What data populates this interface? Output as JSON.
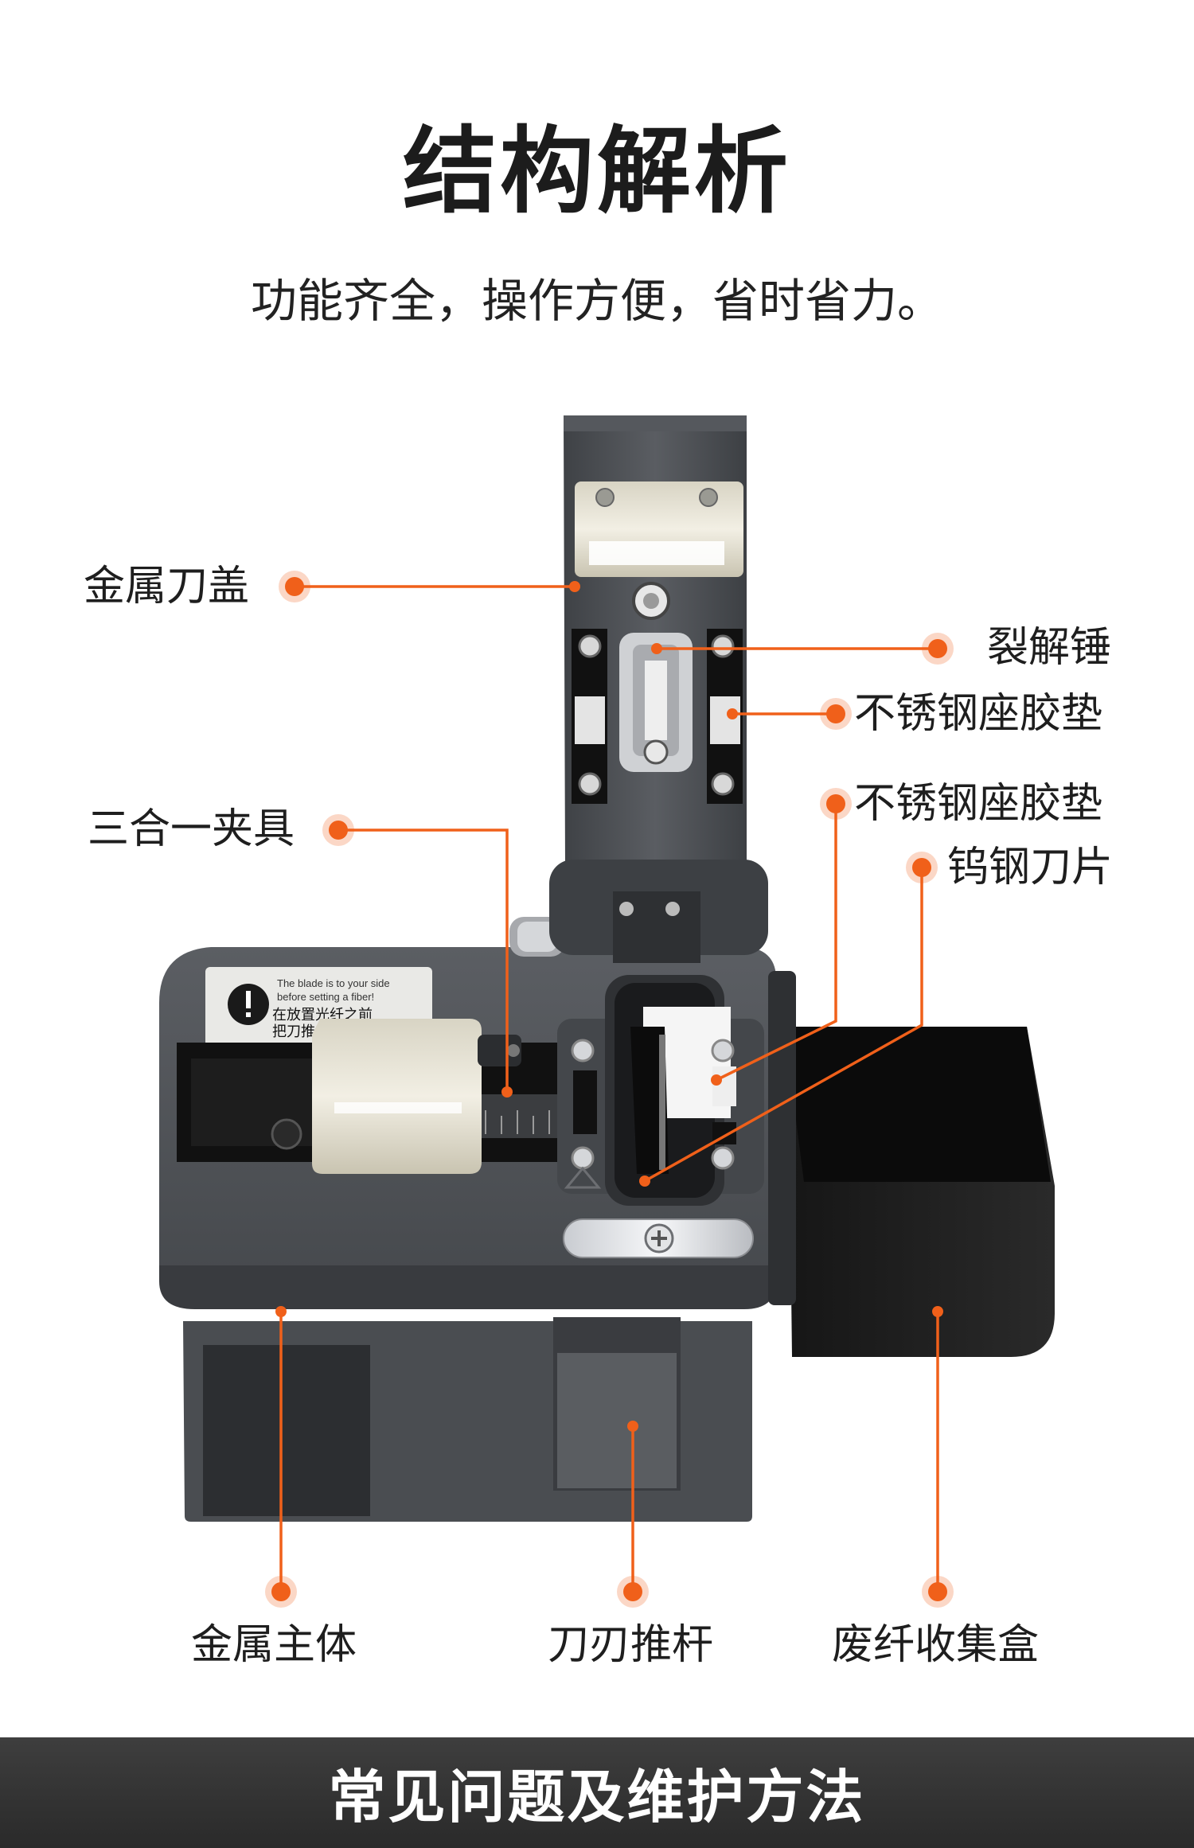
{
  "header": {
    "title": "结构解析",
    "subtitle": "功能齐全，操作方便，省时省力。"
  },
  "warning_sticker": {
    "en_line1": "The blade is to your side",
    "en_line2": "before setting a fiber!",
    "cn_line1": "在放置光纤之前",
    "cn_line2": "把刀推"
  },
  "parts": {
    "metal_blade_cover": "金属刀盖",
    "cleave_hammer": "裂解锤",
    "stainless_pad_top": "不锈钢座胶垫",
    "three_in_one_clamp": "三合一夹具",
    "stainless_pad_bottom": "不锈钢座胶垫",
    "tungsten_blade": "钨钢刀片",
    "metal_body": "金属主体",
    "blade_push_rod": "刀刃推杆",
    "waste_fiber_box": "废纤收集盒"
  },
  "footer": {
    "section_title": "常见问题及维护方法"
  },
  "colors": {
    "accent": "#f0601a",
    "body_metal": "#4b4e53",
    "text": "#1e1e1e",
    "footer_bg": "#333333"
  }
}
